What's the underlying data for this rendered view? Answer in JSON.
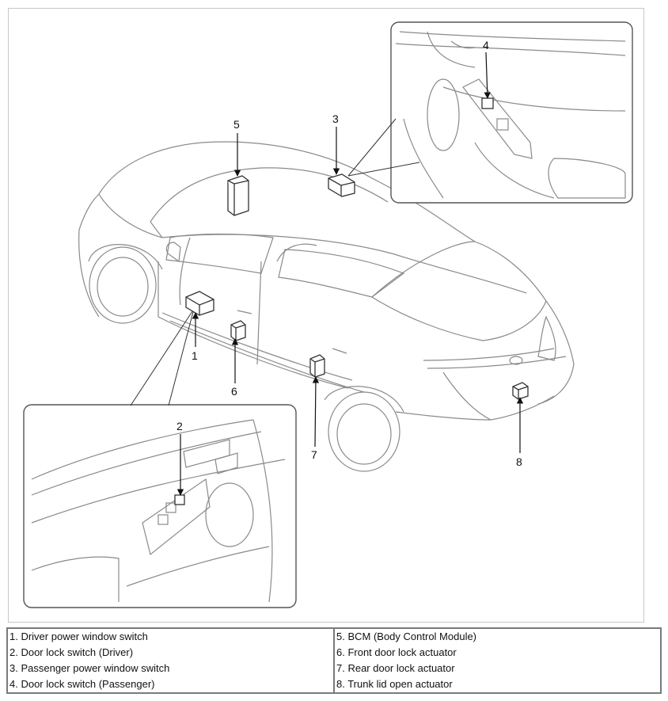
{
  "callouts": {
    "c1": "1",
    "c2": "2",
    "c3": "3",
    "c4": "4",
    "c5": "5",
    "c6": "6",
    "c7": "7",
    "c8": "8"
  },
  "legend": {
    "left": [
      "1. Driver power window switch",
      "2. Door lock switch (Driver)",
      "3. Passenger power window switch",
      "4. Door lock switch (Passenger)"
    ],
    "right": [
      "5. BCM (Body Control Module)",
      "6. Front door lock actuator",
      "7. Rear door lock actuator",
      "8. Trunk lid open actuator"
    ]
  }
}
